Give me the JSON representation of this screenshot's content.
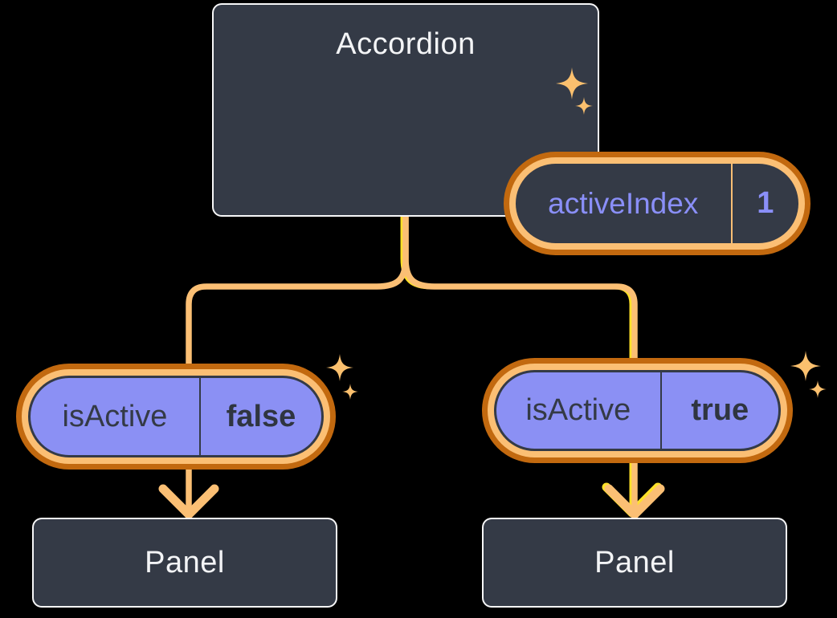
{
  "root_node": {
    "title": "Accordion",
    "state": {
      "label": "activeIndex",
      "value": "1"
    }
  },
  "left_branch": {
    "prop": {
      "label": "isActive",
      "value": "false"
    },
    "panel": {
      "title": "Panel"
    }
  },
  "right_branch": {
    "prop": {
      "label": "isActive",
      "value": "true"
    },
    "panel": {
      "title": "Panel"
    }
  },
  "icons": {
    "sparkle": "four-point-star ✦"
  },
  "colors": {
    "background": "#000000",
    "node_fill": "#343A46",
    "node_border": "#FFFFFF",
    "ring_dark_orange": "#C2690F",
    "ring_light_orange": "#FBBF74",
    "connector_peach": "#FBBF74",
    "active_path_yellow": "#FFE128",
    "prop_pill_purple": "#8B90F4",
    "state_text_purple": "#8A8FF8",
    "dark_text": "#343A46",
    "light_text": "#F3F4F6",
    "sparkle_gold": "#FBC06E"
  }
}
